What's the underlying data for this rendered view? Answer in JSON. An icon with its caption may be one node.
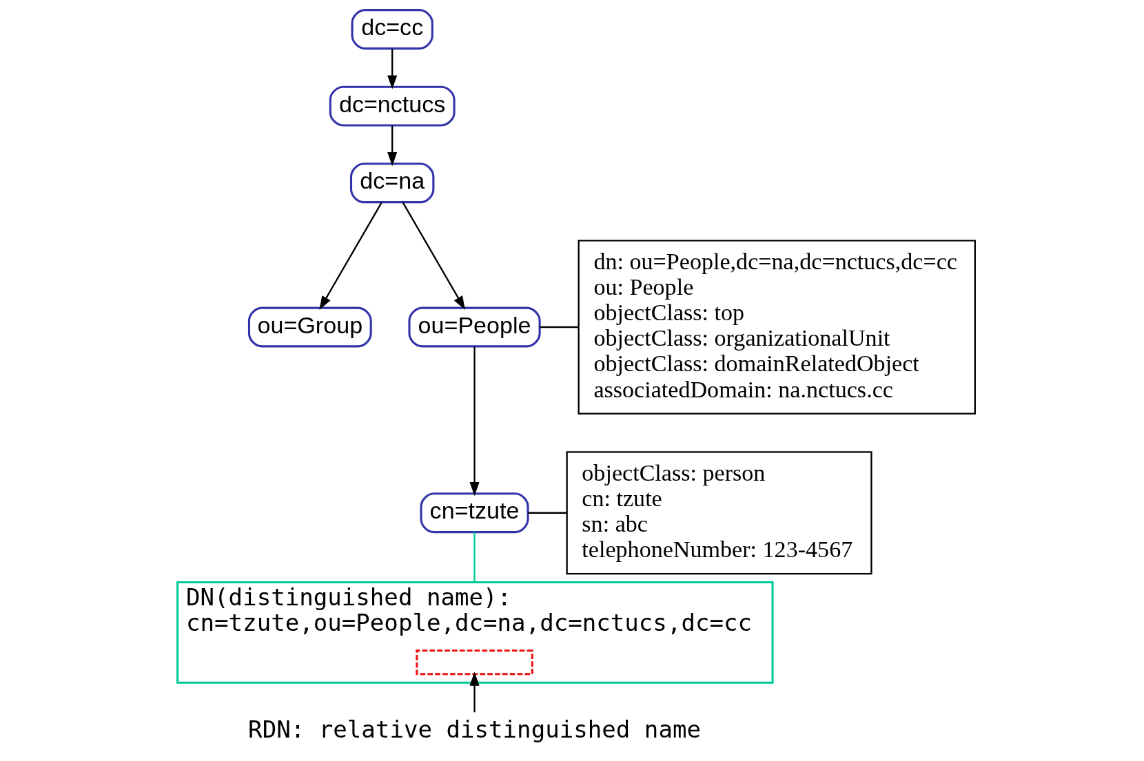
{
  "diagram": {
    "nodes": [
      {
        "text": [
          "dc=cc"
        ]
      },
      {
        "text": [
          "dc=nctucs"
        ]
      },
      {
        "text": [
          "dc=na"
        ]
      },
      {
        "text": [
          "ou=Group"
        ]
      },
      {
        "text": [
          "ou=People"
        ]
      },
      {
        "text": [
          "cn=tzute"
        ]
      },
      {
        "text": [
          "dn: ou=People,dc=na,dc=nctucs,dc=cc",
          "ou: People",
          "objectClass: top",
          "objectClass: organizationalUnit",
          "objectClass: domainRelatedObject",
          "associatedDomain: na.nctucs.cc"
        ]
      },
      {
        "text": [
          "objectClass: person",
          "cn: tzute",
          "sn: abc",
          "telephoneNumber: 123-4567"
        ]
      },
      {
        "text": [
          "DN(distinguished name):",
          "cn=tzute,ou=People,dc=na,dc=nctucs,dc=cc"
        ]
      },
      {
        "text": [],
        "shape": "box",
        "in": 8
      },
      {
        "text": [
          "RDN: relative distinguished name"
        ]
      }
    ],
    "edges": [
      {
        "from": 0,
        "to": 1,
        "arrow": "to"
      },
      {
        "from": 1,
        "to": 2,
        "arrow": "to"
      },
      {
        "from": 2,
        "to": 3,
        "arrow": "to"
      },
      {
        "from": 2,
        "to": 4,
        "arrow": "to"
      },
      {
        "from": 4,
        "to": 5,
        "arrow": "to"
      },
      {
        "from": 4,
        "to": 6,
        "arrow": "none"
      },
      {
        "from": 5,
        "to": 7,
        "arrow": "none"
      },
      {
        "from": 5,
        "to": 8,
        "arrow": "none",
        "color": "#00c896"
      },
      {
        "from": 10,
        "to": 9,
        "arrow": "to"
      }
    ]
  }
}
